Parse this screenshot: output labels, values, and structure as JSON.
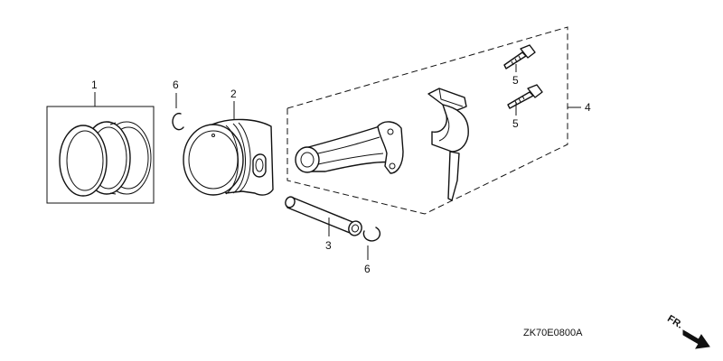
{
  "diagram": {
    "callouts": {
      "piston_rings": "1",
      "piston": "2",
      "piston_pin": "3",
      "connecting_rod_set": "4",
      "bolt_upper": "5",
      "bolt_lower": "5",
      "clip_left": "6",
      "clip_right": "6"
    },
    "drawing_code": "ZK70E0800A",
    "direction_label": "FR.",
    "icons": {
      "direction": "front-arrow-icon"
    }
  }
}
